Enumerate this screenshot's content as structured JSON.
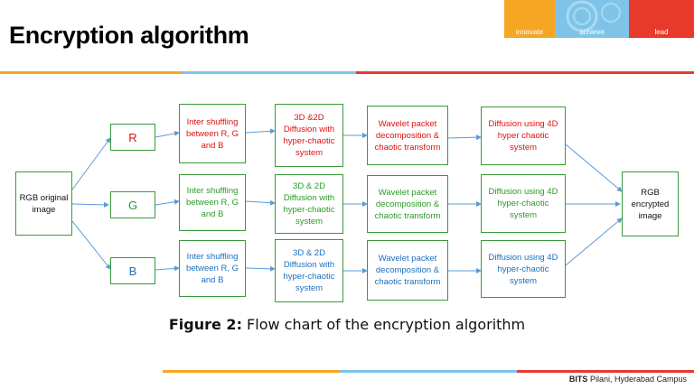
{
  "slide": {
    "title": "Encryption algorithm",
    "brand": {
      "items": [
        "innovate",
        "achieve",
        "lead"
      ],
      "colors": [
        "#f5a623",
        "#7fc4e8",
        "#e8392b"
      ]
    },
    "caption": {
      "label": "Figure 2:",
      "text": " Flow chart of the encryption algorithm"
    },
    "footer": {
      "bold": "BITS",
      "text": " Pilani, Hyderabad Campus"
    }
  },
  "diagram": {
    "input": "RGB original image",
    "output": "RGB encrypted image",
    "channels": [
      {
        "name": "R",
        "color": "#e01010",
        "steps": [
          "Inter shuffling between R, G and B",
          "3D &2D Diffusion with hyper-chaotic system",
          "Wavelet packet decomposition & chaotic transform",
          "Diffusion using 4D hyper chaotic system"
        ]
      },
      {
        "name": "G",
        "color": "#2a9a2a",
        "steps": [
          "Inter shuffling between R, G and B",
          "3D & 2D Diffusion with hyper-chaotic system",
          "Wavelet packet decomposition & chaotic transform",
          "Diffusion using 4D hyper-chaotic system"
        ]
      },
      {
        "name": "B",
        "color": "#1a6fc0",
        "steps": [
          "Inter shuffling between R, G and B",
          "3D & 2D Diffusion with hyper-chaotic system",
          "Wavelet packet decomposition & chaotic transform",
          "Diffusion using 4D hyper-chaotic system"
        ]
      }
    ]
  }
}
